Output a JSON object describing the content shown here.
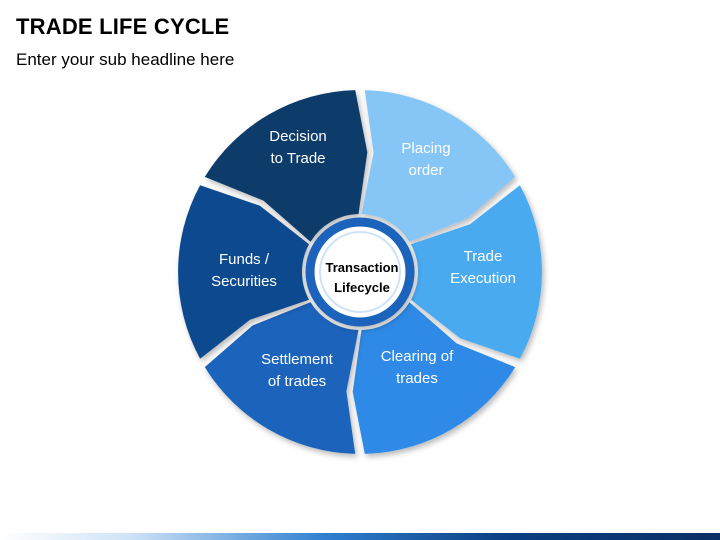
{
  "header": {
    "title": "TRADE LIFE CYCLE",
    "subtitle": "Enter your sub headline here"
  },
  "diagram": {
    "center": {
      "line1": "Transaction",
      "line2": "Lifecycle"
    },
    "segments": [
      {
        "line1": "Decision",
        "line2": "to Trade",
        "color": "#0b3a6a"
      },
      {
        "line1": "Placing",
        "line2": "order",
        "color": "#86c6f6"
      },
      {
        "line1": "Trade",
        "line2": "Execution",
        "color": "#4aaaf0"
      },
      {
        "line1": "Clearing of",
        "line2": "trades",
        "color": "#2f8ae6"
      },
      {
        "line1": "Settlement",
        "line2": "of trades",
        "color": "#1d63bc"
      },
      {
        "line1": "Funds /",
        "line2": "Securities",
        "color": "#114a8e"
      }
    ]
  }
}
